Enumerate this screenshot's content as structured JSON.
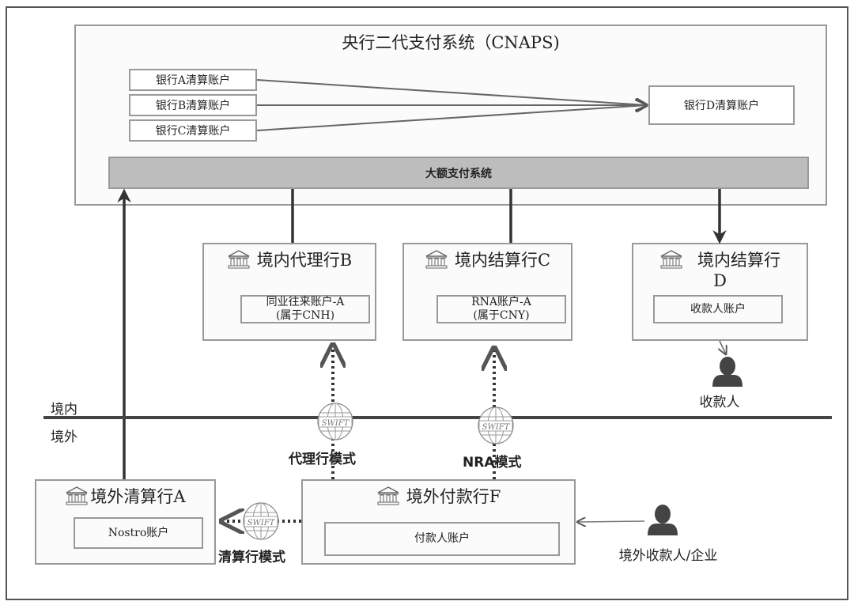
{
  "cnaps": {
    "title": "央行二代支付系统（CNAPS)",
    "source_accounts": [
      "银行A清算账户",
      "银行B清算账户",
      "银行C清算账户"
    ],
    "target_account": "银行D清算账户",
    "hvps": "大额支付系统"
  },
  "banks": {
    "b": {
      "title": "境内代理行B",
      "account_line1": "同业往来账户-A",
      "account_line2": "(属于CNH)"
    },
    "c": {
      "title": "境内结算行C",
      "account_line1": "RNA账户-A",
      "account_line2": "(属于CNY)"
    },
    "d": {
      "title": "境内结算行",
      "title_line2": "D",
      "account": "收款人账户"
    },
    "a": {
      "title": "境外清算行A",
      "account": "Nostro账户"
    },
    "f": {
      "title": "境外付款行F",
      "account": "付款人账户"
    }
  },
  "boundary": {
    "domestic": "境内",
    "overseas": "境外"
  },
  "modes": {
    "agent": "代理行模式",
    "nra": "NRA模式",
    "clearing": "清算行模式"
  },
  "swift_label": "SWIFT",
  "people": {
    "payee": "收款人",
    "overseas_payee": "境外收款人/企业"
  },
  "icons": {
    "bank": "bank-building-icon",
    "person": "person-icon",
    "swift": "swift-globe-icon"
  },
  "colors": {
    "line": "#444444",
    "box_border": "#999999",
    "hvps_fill": "#bdbdbd"
  }
}
